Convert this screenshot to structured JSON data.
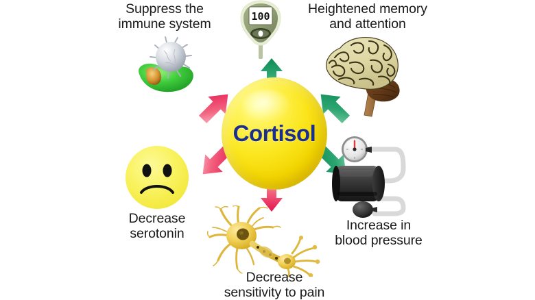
{
  "diagram": {
    "title": "Cortisol effects diagram",
    "center": {
      "label": "Cortisol",
      "shape": "sphere",
      "fill_color": "#F5DC00",
      "text_color": "#1B2E8C"
    },
    "colors": {
      "background": "#FFFFFF",
      "arrow_green": "#169B62",
      "arrow_pink": "#ED2255",
      "label_text": "#1A1A1A",
      "neuron_yellow": "#E3B92A",
      "immune_green": "#3FC23F",
      "immune_grey": "#C8CCD4",
      "brain_cream": "#DCD7A6",
      "brain_brown": "#6B4323",
      "cuff_dark": "#3A3A3A",
      "meter_green": "#8E9C74",
      "face_yellow": "#F9F05B"
    },
    "effects": [
      {
        "id": "suppress-immune-system",
        "label": "Suppress the\nimmune system",
        "arrow_direction": "upper-left",
        "arrow_color": "#ED2255",
        "icon": "immune-cell-icon"
      },
      {
        "id": "blood-glucose",
        "label": "",
        "arrow_direction": "up",
        "arrow_color": "#169B62",
        "icon": "glucose-meter-icon",
        "display_value": "100"
      },
      {
        "id": "heightened-memory-and-attention",
        "label": "Heightened memory\nand attention",
        "arrow_direction": "upper-right",
        "arrow_color": "#169B62",
        "icon": "brain-icon"
      },
      {
        "id": "increase-in-blood-pressure",
        "label": "Increase in\nblood pressure",
        "arrow_direction": "lower-right",
        "arrow_color": "#169B62",
        "icon": "blood-pressure-monitor-icon"
      },
      {
        "id": "decrease-sensitivity-to-pain",
        "label": "Decrease\nsensitivity to pain",
        "arrow_direction": "down",
        "arrow_color": "#ED2255",
        "icon": "neuron-icon"
      },
      {
        "id": "decrease-serotonin",
        "label": "Decrease\nserotonin",
        "arrow_direction": "lower-left",
        "arrow_color": "#ED2255",
        "icon": "sad-face-icon"
      }
    ]
  }
}
